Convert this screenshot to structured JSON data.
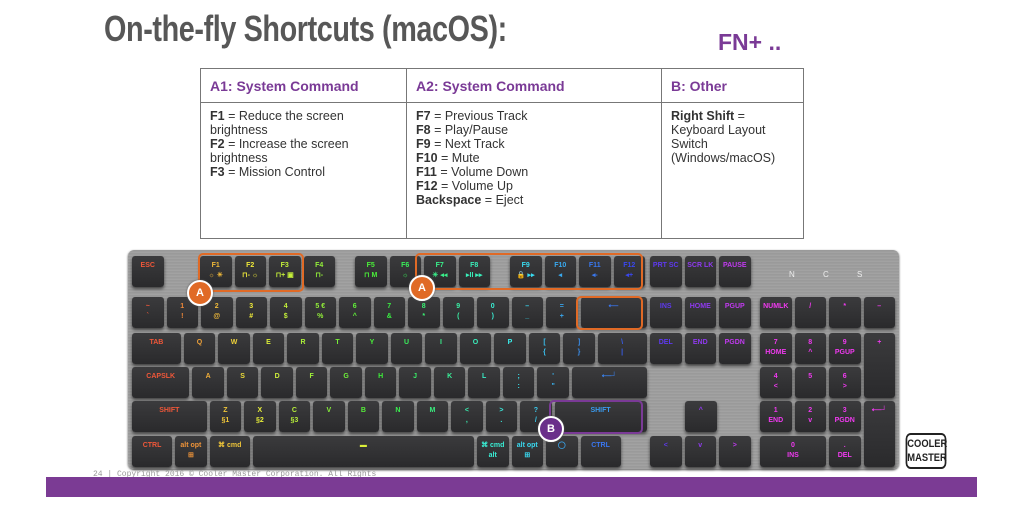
{
  "title": "On-the-fly Shortcuts (macOS):",
  "fn_label": "FN+ ..",
  "table": {
    "headers": [
      "A1: System Command",
      "A2: System Command",
      "B: Other"
    ],
    "col1": [
      {
        "k": "F1",
        "v": " = Reduce the screen brightness"
      },
      {
        "k": "F2",
        "v": " = Increase the screen brightness"
      },
      {
        "k": "F3",
        "v": " = Mission Control"
      }
    ],
    "col2": [
      {
        "k": "F7",
        "v": " = Previous Track"
      },
      {
        "k": "F8",
        "v": " = Play/Pause"
      },
      {
        "k": "F9",
        "v": " = Next Track"
      },
      {
        "k": "F10",
        "v": " = Mute"
      },
      {
        "k": "F11",
        "v": " = Volume Down"
      },
      {
        "k": "F12",
        "v": " = Volume Up"
      },
      {
        "k": "Backspace",
        "v": " = Eject"
      }
    ],
    "col3": [
      {
        "k": "Right Shift",
        "v": " = Keyboard Layout Switch (Windows/macOS)"
      }
    ]
  },
  "keyboard": {
    "frow": [
      [
        "ESC",
        ""
      ],
      [
        "F1",
        "☼ ☀"
      ],
      [
        "F2",
        "⊓- ☼"
      ],
      [
        "F3",
        "⊓+ ▣"
      ],
      [
        "F4",
        "⊓-"
      ],
      [
        "F5",
        "⊓ M"
      ],
      [
        "F6",
        "☼"
      ],
      [
        "F7",
        "☀ ◂◂"
      ],
      [
        "F8",
        "▸II ▸▸"
      ],
      [
        "F9",
        "🔒 ▸▸"
      ],
      [
        "F10",
        "◂"
      ],
      [
        "F11",
        "◂-"
      ],
      [
        "F12",
        "◂+"
      ]
    ],
    "nav_top": [
      [
        "PRT SC",
        ""
      ],
      [
        "SCR LK",
        ""
      ],
      [
        "PAUSE",
        ""
      ]
    ],
    "row1": [
      [
        "~",
        "`"
      ],
      [
        "1",
        "!"
      ],
      [
        "2",
        "@"
      ],
      [
        "3",
        "#"
      ],
      [
        "4",
        "$"
      ],
      [
        "5 €",
        "%"
      ],
      [
        "6",
        "^"
      ],
      [
        "7",
        "&"
      ],
      [
        "8",
        "*"
      ],
      [
        "9",
        "("
      ],
      [
        "0",
        ")"
      ],
      [
        "–",
        "_"
      ],
      [
        "=",
        "+"
      ],
      [
        "⟵",
        ""
      ]
    ],
    "row2": [
      [
        "TAB",
        ""
      ],
      [
        "Q",
        ""
      ],
      [
        "W",
        ""
      ],
      [
        "E",
        ""
      ],
      [
        "R",
        ""
      ],
      [
        "T",
        ""
      ],
      [
        "Y",
        ""
      ],
      [
        "U",
        ""
      ],
      [
        "I",
        ""
      ],
      [
        "O",
        ""
      ],
      [
        "P",
        ""
      ],
      [
        "[",
        "{"
      ],
      [
        "]",
        "}"
      ],
      [
        "\\",
        "|"
      ]
    ],
    "row3": [
      [
        "CAPSLK",
        ""
      ],
      [
        "A",
        ""
      ],
      [
        "S",
        ""
      ],
      [
        "D",
        ""
      ],
      [
        "F",
        ""
      ],
      [
        "G",
        ""
      ],
      [
        "H",
        ""
      ],
      [
        "J",
        ""
      ],
      [
        "K",
        ""
      ],
      [
        "L",
        ""
      ],
      [
        ";",
        ":"
      ],
      [
        "'",
        "\""
      ],
      [
        "⟵┘",
        ""
      ]
    ],
    "row4": [
      [
        "SHIFT",
        ""
      ],
      [
        "Z",
        "§1"
      ],
      [
        "X",
        "§2"
      ],
      [
        "C",
        "§3"
      ],
      [
        "V",
        ""
      ],
      [
        "B",
        ""
      ],
      [
        "N",
        ""
      ],
      [
        "M",
        ""
      ],
      [
        "<",
        ","
      ],
      [
        ">",
        "."
      ],
      [
        "?",
        "/"
      ],
      [
        "SHIFT",
        ""
      ]
    ],
    "row5": [
      [
        "CTRL",
        ""
      ],
      [
        "alt opt",
        "⊞"
      ],
      [
        "⌘ cmd",
        ""
      ],
      [
        "▬",
        ""
      ],
      [
        "⌘ cmd",
        "alt"
      ],
      [
        "alt opt",
        "⊞"
      ],
      [
        "◯",
        ""
      ],
      [
        "CTRL",
        ""
      ]
    ],
    "nav_mid": [
      [
        "INS",
        ""
      ],
      [
        "HOME",
        ""
      ],
      [
        "PGUP",
        ""
      ],
      [
        "DEL",
        ""
      ],
      [
        "END",
        ""
      ],
      [
        "PGDN",
        ""
      ]
    ],
    "arrows": [
      [
        "^",
        ""
      ],
      [
        "<",
        ""
      ],
      [
        "v",
        ""
      ],
      [
        ">",
        ""
      ]
    ],
    "numpad": [
      [
        "NUMLK",
        ""
      ],
      [
        "/",
        ""
      ],
      [
        "*",
        ""
      ],
      [
        "–",
        ""
      ],
      [
        "7",
        "HOME"
      ],
      [
        "8",
        "^"
      ],
      [
        "9",
        "PGUP"
      ],
      [
        "+",
        ""
      ],
      [
        "4",
        "<"
      ],
      [
        "5",
        ""
      ],
      [
        "6",
        ">"
      ],
      [
        "1",
        "END"
      ],
      [
        "2",
        "v"
      ],
      [
        "3",
        "PGDN"
      ],
      [
        "⟵┘",
        ""
      ],
      [
        "0",
        "INS"
      ],
      [
        ".",
        "DEL"
      ]
    ],
    "leds": [
      "N",
      "C",
      "S"
    ],
    "badges": [
      "A",
      "A",
      "B"
    ]
  },
  "colors": {
    "accent_purple": "#7a3a96",
    "highlight_orange": "#e06a26"
  },
  "logo_text": "COOLER MASTER",
  "copyright": "24 |  Copyright 2016 © Cooler Master Corporation. All Rights"
}
